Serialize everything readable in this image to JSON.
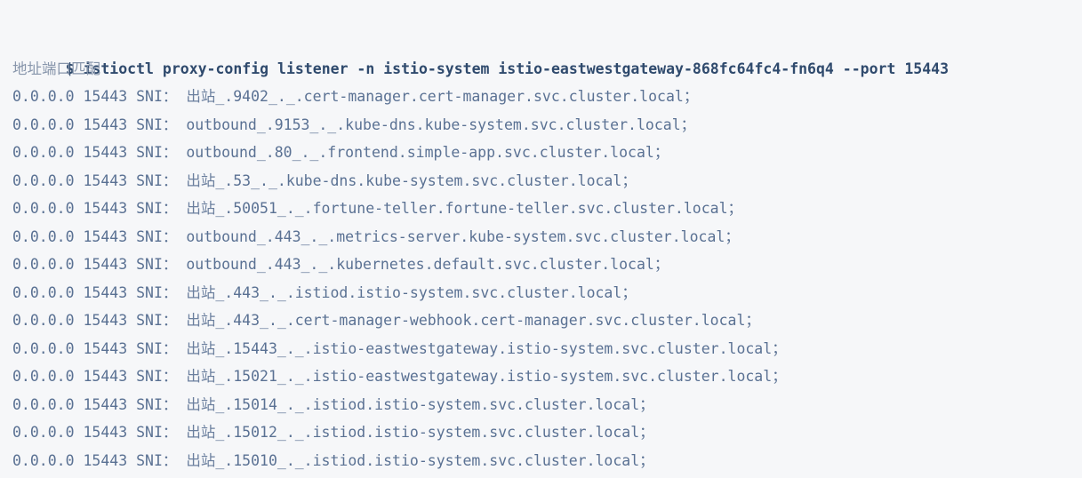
{
  "terminal": {
    "background_color": "#f6f7f9",
    "command_color": "#2f4a6d",
    "output_color": "#5a7193",
    "prompt_symbol": "$",
    "command": "istioctl proxy-config listener -n istio-system istio-eastwestgateway-868fc64fc4-fn6q4 --port 15443",
    "column_header": "地址端口匹配",
    "row_prefix": "0.0.0.0 15443 SNI",
    "colon": "：",
    "terminator": "；",
    "rows": [
      {
        "address": "0.0.0.0",
        "port": "15443",
        "match_type": "SNI",
        "direction": "出站",
        "direction_translated": true,
        "sni": "_.9402_._.cert-manager.cert-manager.svc.cluster.local"
      },
      {
        "address": "0.0.0.0",
        "port": "15443",
        "match_type": "SNI",
        "direction": "outbound",
        "direction_translated": false,
        "sni": "_.9153_._.kube-dns.kube-system.svc.cluster.local"
      },
      {
        "address": "0.0.0.0",
        "port": "15443",
        "match_type": "SNI",
        "direction": "outbound",
        "direction_translated": false,
        "sni": "_.80_._.frontend.simple-app.svc.cluster.local"
      },
      {
        "address": "0.0.0.0",
        "port": "15443",
        "match_type": "SNI",
        "direction": "出站",
        "direction_translated": true,
        "sni": "_.53_._.kube-dns.kube-system.svc.cluster.local"
      },
      {
        "address": "0.0.0.0",
        "port": "15443",
        "match_type": "SNI",
        "direction": "出站",
        "direction_translated": true,
        "sni": "_.50051_._.fortune-teller.fortune-teller.svc.cluster.local"
      },
      {
        "address": "0.0.0.0",
        "port": "15443",
        "match_type": "SNI",
        "direction": "outbound",
        "direction_translated": false,
        "sni": "_.443_._.metrics-server.kube-system.svc.cluster.local"
      },
      {
        "address": "0.0.0.0",
        "port": "15443",
        "match_type": "SNI",
        "direction": "outbound",
        "direction_translated": false,
        "sni": "_.443_._.kubernetes.default.svc.cluster.local"
      },
      {
        "address": "0.0.0.0",
        "port": "15443",
        "match_type": "SNI",
        "direction": "出站",
        "direction_translated": true,
        "sni": "_.443_._.istiod.istio-system.svc.cluster.local"
      },
      {
        "address": "0.0.0.0",
        "port": "15443",
        "match_type": "SNI",
        "direction": "出站",
        "direction_translated": true,
        "sni": "_.443_._.cert-manager-webhook.cert-manager.svc.cluster.local"
      },
      {
        "address": "0.0.0.0",
        "port": "15443",
        "match_type": "SNI",
        "direction": "出站",
        "direction_translated": true,
        "sni": "_.15443_._.istio-eastwestgateway.istio-system.svc.cluster.local"
      },
      {
        "address": "0.0.0.0",
        "port": "15443",
        "match_type": "SNI",
        "direction": "出站",
        "direction_translated": true,
        "sni": "_.15021_._.istio-eastwestgateway.istio-system.svc.cluster.local"
      },
      {
        "address": "0.0.0.0",
        "port": "15443",
        "match_type": "SNI",
        "direction": "出站",
        "direction_translated": true,
        "sni": "_.15014_._.istiod.istio-system.svc.cluster.local"
      },
      {
        "address": "0.0.0.0",
        "port": "15443",
        "match_type": "SNI",
        "direction": "出站",
        "direction_translated": true,
        "sni": "_.15012_._.istiod.istio-system.svc.cluster.local"
      },
      {
        "address": "0.0.0.0",
        "port": "15443",
        "match_type": "SNI",
        "direction": "出站",
        "direction_translated": true,
        "sni": "_.15010_._.istiod.istio-system.svc.cluster.local"
      }
    ]
  }
}
